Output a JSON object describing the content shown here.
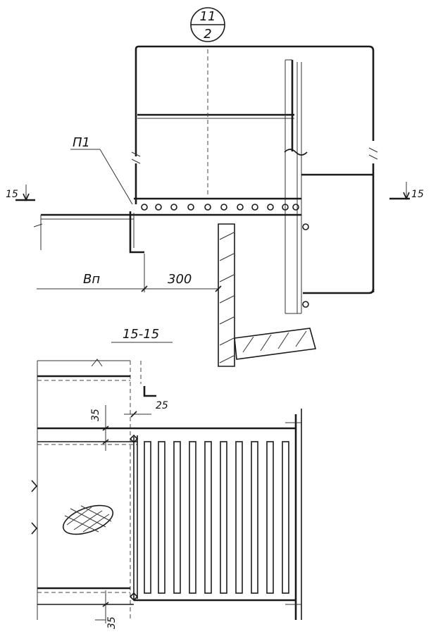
{
  "drawing": {
    "sheet_ref_top": "11",
    "sheet_ref_bottom": "2",
    "part_mark": "П1",
    "section_mark_left": "15",
    "section_mark_right": "15",
    "dim_width": "Bп",
    "dim_300": "300",
    "section_title": "15-15",
    "dim_35_top": "35",
    "dim_25": "25",
    "dim_35_bottom": "35"
  }
}
